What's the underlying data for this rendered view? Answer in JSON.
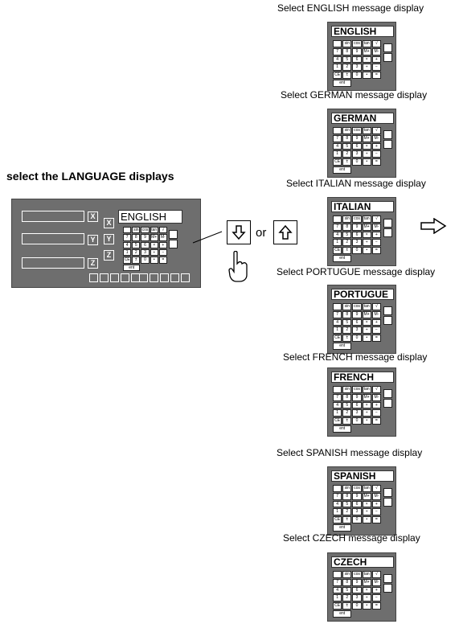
{
  "section_title": "select the LANGUAGE displays",
  "connector_word": "or",
  "main_panel": {
    "display_text": "ENGLISH",
    "axes": [
      "X",
      "Y",
      "Z"
    ],
    "secondary_axes": [
      "X",
      "Y",
      "Z"
    ]
  },
  "keypad_keys": [
    "sin",
    "cos",
    "tan",
    "√",
    "7",
    "8",
    "9",
    "M+",
    "M-",
    "4",
    "5",
    "6",
    "×",
    "+",
    "1",
    "2",
    "3",
    "÷",
    "−",
    "CE",
    "±",
    "0",
    "•",
    "=",
    "ent"
  ],
  "languages": [
    {
      "caption": "Select ENGLISH message display",
      "display": "ENGLISH"
    },
    {
      "caption": "Select GERMAN message display",
      "display": "GERMAN"
    },
    {
      "caption": "Select ITALIAN message display",
      "display": "ITALIAN"
    },
    {
      "caption": "Select PORTUGUE message display",
      "display": "PORTUGUE"
    },
    {
      "caption": "Select FRENCH message display",
      "display": "FRENCH"
    },
    {
      "caption": "Select SPANISH message display",
      "display": "SPANISH"
    },
    {
      "caption": "Select CZECH message display",
      "display": "CZECH"
    }
  ],
  "icons": {
    "down_key": "arrow-down-key-icon",
    "up_key": "arrow-up-key-icon",
    "hand": "pointing-hand-icon",
    "result": "right-arrow-icon"
  }
}
